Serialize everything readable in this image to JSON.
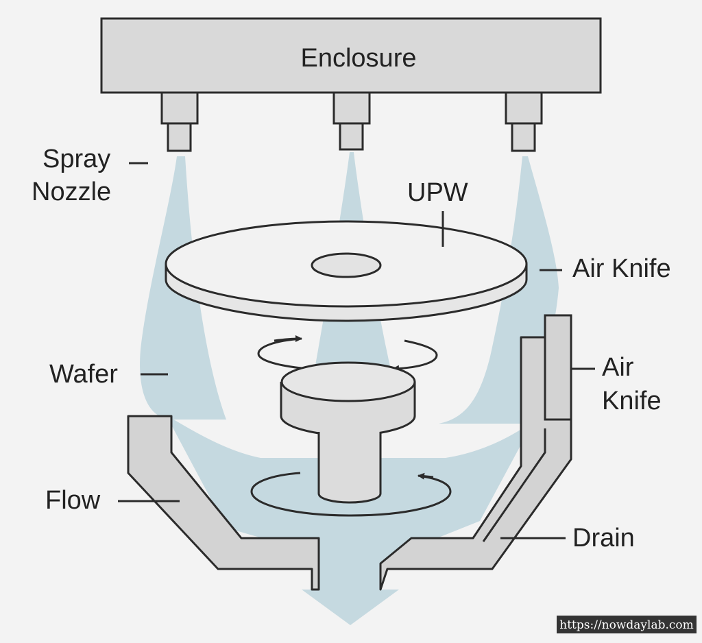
{
  "labels": {
    "enclosure": "Enclosure",
    "spray_nozzle_line1": "Spray",
    "spray_nozzle_line2": "Nozzle",
    "upw": "UPW",
    "air_knife_top": "Air Knife",
    "wafer": "Wafer",
    "air_knife_side_line1": "Air",
    "air_knife_side_line2": "Knife",
    "flow": "Flow",
    "drain": "Drain"
  },
  "watermark": "https://nowdaylab.com",
  "colors": {
    "background": "#f3f3f3",
    "enclosure_fill": "#d9d9d9",
    "stroke": "#2b2b2b",
    "spray": "#c5d9e0",
    "wafer_fill": "#f2f2f2",
    "chuck_fill": "#e3e3e3",
    "drain_fill": "#d3d3d3",
    "watermark_bg": "#333333"
  }
}
